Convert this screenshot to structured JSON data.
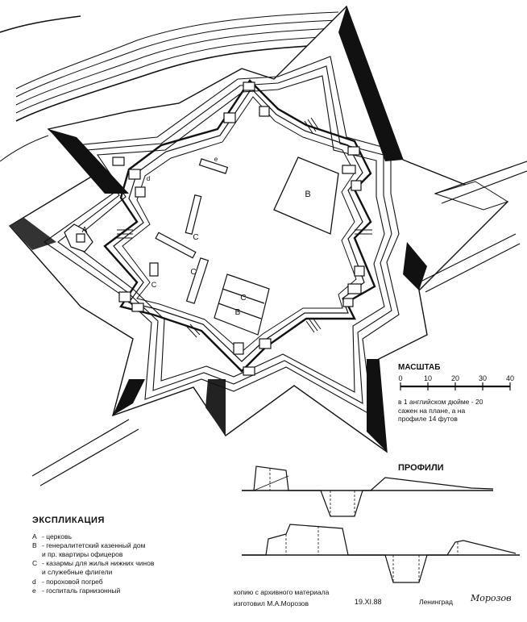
{
  "plan": {
    "building_labels": {
      "church": "A",
      "general_house": "B",
      "barracks_north": "C",
      "barracks_center": "C",
      "barracks_west": "C",
      "barracks_stack": "C",
      "general_house_small": "B",
      "powder_magazine": "d",
      "hospital": "e"
    }
  },
  "scale": {
    "title": "МАСШТАБ",
    "ticks": [
      "0",
      "10",
      "20",
      "30",
      "40"
    ],
    "note": "в 1 английском дюйме - 20\nсажен на плане, а на\nпрофиле 14 футов"
  },
  "profiles": {
    "title": "ПРОФИЛИ"
  },
  "legend": {
    "title": "ЭКСПЛИКАЦИЯ",
    "items": [
      {
        "key": "A",
        "text": "- церковь"
      },
      {
        "key": "B",
        "text": "- генералитетский казенный дом\n   и пр. квартиры офицеров"
      },
      {
        "key": "C",
        "text": "- казармы для жилья нижних чинов\n   и служебные флигели"
      },
      {
        "key": "d",
        "text": "- пороховой погреб"
      },
      {
        "key": "e",
        "text": "- госпиталь гарнизонный"
      }
    ]
  },
  "credit": {
    "text": "копию с архивного материала\nизготовил М.А.Морозов",
    "date": "19.XI.88",
    "city": "Ленинград",
    "signature": "Морозов"
  }
}
